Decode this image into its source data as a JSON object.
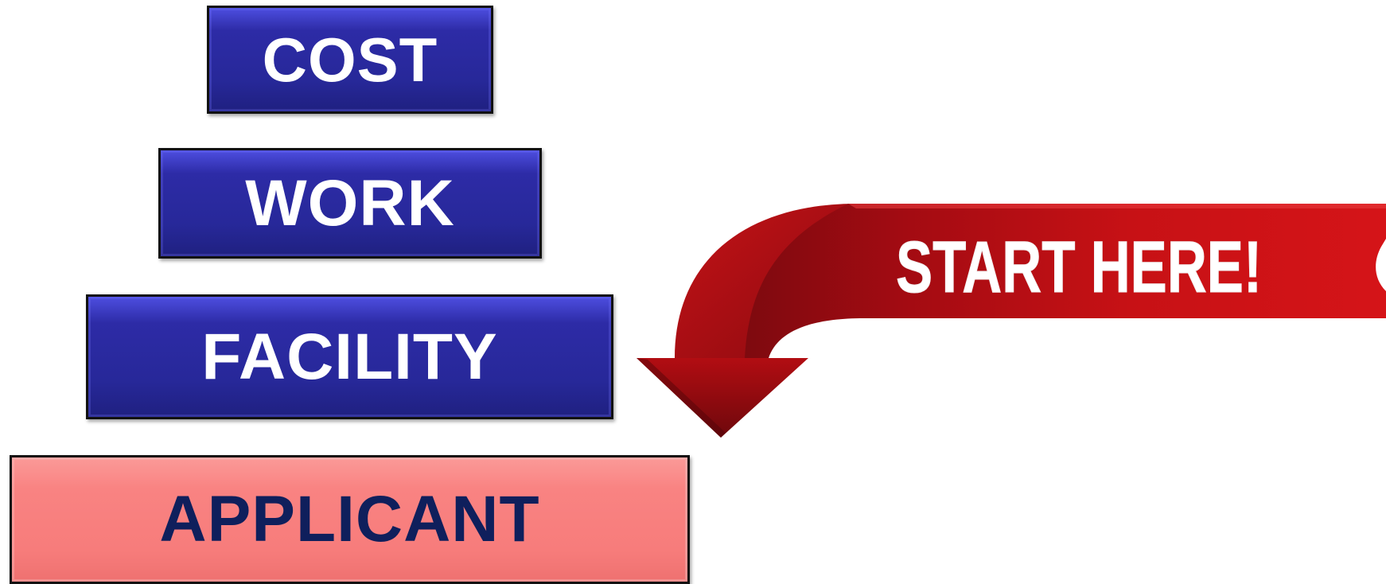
{
  "tiers": [
    {
      "label": "COST"
    },
    {
      "label": "WORK"
    },
    {
      "label": "FACILITY"
    },
    {
      "label": "APPLICANT"
    }
  ],
  "callout": {
    "label": "START HERE!"
  },
  "colors": {
    "tier_blue": "#272899",
    "tier_pink": "#f77c7b",
    "applicant_text": "#0f1f5c",
    "arrow_red": "#c40f13",
    "arrow_dark_red": "#7e0a0f"
  }
}
